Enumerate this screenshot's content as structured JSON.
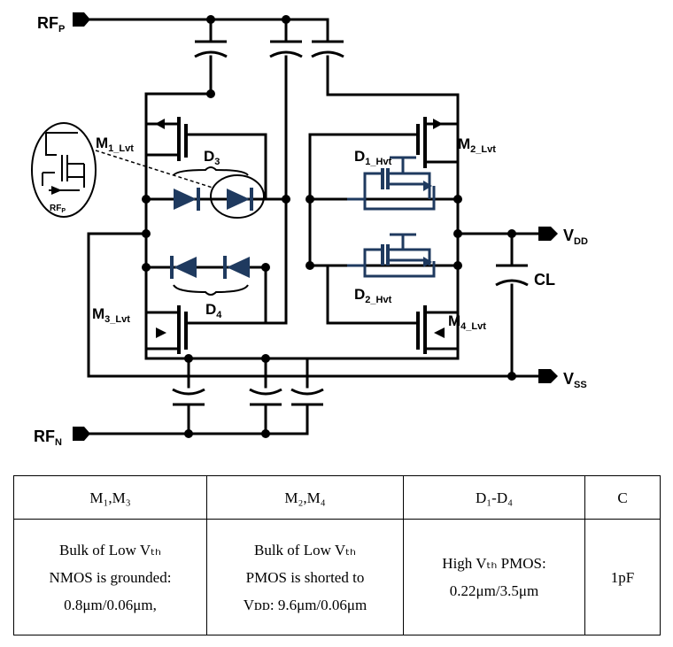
{
  "labels": {
    "rfp": {
      "main": "RF",
      "sub": "P"
    },
    "rfn": {
      "main": "RF",
      "sub": "N"
    },
    "vdd": {
      "main": "V",
      "sub": "DD"
    },
    "vss": {
      "main": "V",
      "sub": "SS"
    },
    "cl": "CL",
    "m1": {
      "main": "M",
      "sub": "1_Lvt"
    },
    "m2": {
      "main": "M",
      "sub": "2_Lvt"
    },
    "m3": {
      "main": "M",
      "sub": "3_Lvt"
    },
    "m4": {
      "main": "M",
      "sub": "4_Lvt"
    },
    "d1": {
      "main": "D",
      "sub": "1_Hvt"
    },
    "d2": {
      "main": "D",
      "sub": "2_Hvt"
    },
    "d3": {
      "main": "D",
      "sub": "3"
    },
    "d4": {
      "main": "D",
      "sub": "4"
    },
    "inset_rfp": {
      "main": "RF",
      "sub": "P"
    }
  },
  "colors": {
    "wire": "#000000",
    "device": "#1f3a5f"
  },
  "table": {
    "headers": [
      "M₁,M₃",
      "M₂,M₄",
      "D₁-D₄",
      "C"
    ],
    "rows": [
      [
        [
          "Bulk of Low Vₜₕ",
          "NMOS is grounded:",
          "0.8μm/0.06μm,"
        ],
        [
          "Bulk of Low Vₜₕ",
          "PMOS is shorted to",
          "Vᴅᴅ: 9.6μm/0.06μm"
        ],
        [
          "High Vₜₕ PMOS:",
          "0.22μm/3.5μm"
        ],
        [
          "1pF"
        ]
      ]
    ]
  }
}
